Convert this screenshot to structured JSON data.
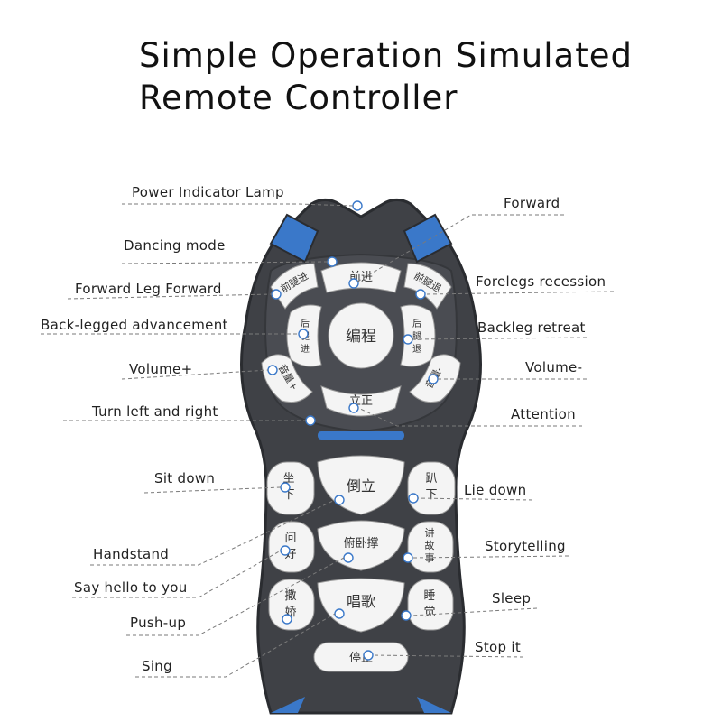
{
  "title": {
    "line1": "Simple Operation Simulated",
    "line2": "Remote Controller"
  },
  "callouts": {
    "power_indicator_lamp": "Power Indicator Lamp",
    "forward": "Forward",
    "dancing_mode": "Dancing mode",
    "forelegs_recession": "Forelegs recession",
    "forward_leg_forward": "Forward Leg Forward",
    "back_legged_advancement": "Back-legged advancement",
    "backleg_retreat": "Backleg retreat",
    "volume_up": "Volume+",
    "volume_down": "Volume-",
    "turn_left_and_right": "Turn left and right",
    "attention": "Attention",
    "sit_down": "Sit down",
    "lie_down": "Lie down",
    "handstand": "Handstand",
    "storytelling": "Storytelling",
    "say_hello": "Say hello to you",
    "sleep": "Sleep",
    "push_up": "Push-up",
    "stop_it": "Stop it",
    "sing": "Sing"
  },
  "buttons": {
    "forward": "前进",
    "program": "编程",
    "front_leg_forward": "前腿进",
    "front_leg_back": "前腿退",
    "back_leg_forward_1": "后",
    "back_leg_forward_2": "腿",
    "back_leg_forward_3": "进",
    "back_leg_back_1": "后",
    "back_leg_back_2": "腿",
    "back_leg_back_3": "退",
    "volume_up": "音量+",
    "volume_down": "音量-",
    "attention": "立正",
    "sit_1": "坐",
    "sit_2": "下",
    "handstand": "倒立",
    "lie_1": "趴",
    "lie_2": "下",
    "hello_1": "问",
    "hello_2": "好",
    "pushup": "俯卧撑",
    "story_1": "讲",
    "story_2": "故",
    "story_3": "事",
    "cute_1": "撒",
    "cute_2": "娇",
    "sing": "唱歌",
    "sleep_1": "睡",
    "sleep_2": "觉",
    "stop": "停止"
  },
  "colors": {
    "body": "#3f4146",
    "accent_blue": "#3a78c9",
    "button": "#f4f4f4",
    "leader": "#7a7a7a"
  }
}
